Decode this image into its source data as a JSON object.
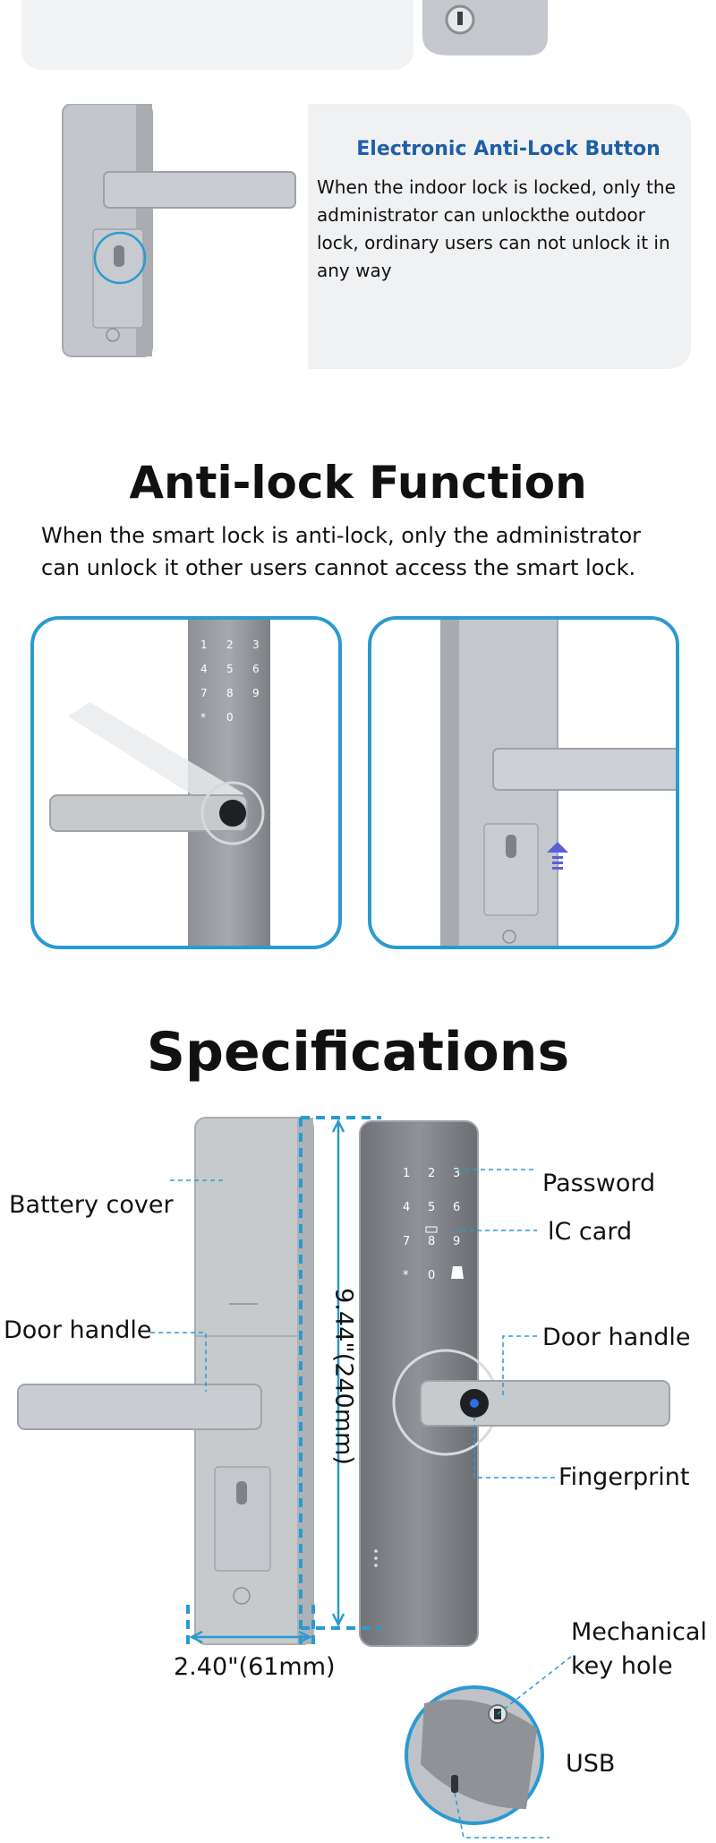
{
  "anti_lock_button": {
    "title": "Electronic Anti-Lock Button",
    "description": "When the indoor lock is locked, only the administrator can unlockthe outdoor lock, ordinary users can not unlock it in any way"
  },
  "anti_lock": {
    "heading": "Anti-lock Function",
    "description": "When the smart lock is anti-lock, only the administrator can unlock it other users cannot access the smart lock."
  },
  "keypad": [
    "1",
    "2",
    "3",
    "4",
    "5",
    "6",
    "7",
    "8",
    "9",
    "*",
    "0"
  ],
  "specs": {
    "heading": "Specifications",
    "labels": {
      "battery_cover": "Battery cover",
      "door_handle_left": "Door handle",
      "password": "Password",
      "ic_card": "lC card",
      "door_handle_right": "Door handle",
      "fingerprint": "Fingerprint",
      "mechanical_key_hole": "Mechanical key hole",
      "usb": "USB"
    },
    "height_dim": "9.44\"(240mm)",
    "width_dim": "2.40\"(61mm)"
  },
  "colors": {
    "accent": "#2b9ad1",
    "title_blue": "#1f5fa6",
    "card_bg": "#f0f1f3",
    "metal": "#bfc3c7"
  }
}
